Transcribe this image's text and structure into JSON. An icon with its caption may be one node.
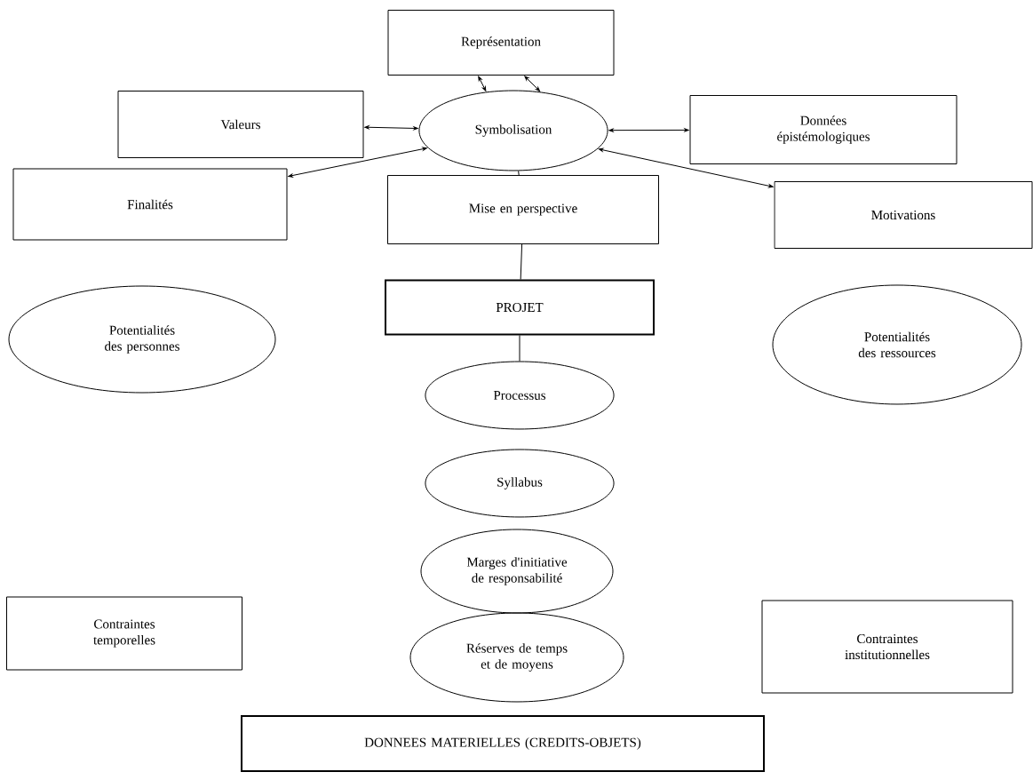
{
  "diagram": {
    "nodes": [
      {
        "text": [
          "Représentation"
        ]
      },
      {
        "text": [
          "Valeurs"
        ]
      },
      {
        "text": [
          "Symbolisation"
        ]
      },
      {
        "text": [
          "Données épistémologiques"
        ]
      },
      {
        "text": [
          "Finalités"
        ]
      },
      {
        "text": [
          "Mise en perspective"
        ]
      },
      {
        "text": [
          "Motivations"
        ]
      },
      {
        "text": [
          "PROJET"
        ]
      },
      {
        "text": [
          "Potentialités des personnes"
        ]
      },
      {
        "text": [
          "Processus"
        ]
      },
      {
        "text": [
          "Potentialités des ressources"
        ]
      },
      {
        "text": [
          "Syllabus"
        ]
      },
      {
        "text": [
          "Marges d'initiative de responsabilité"
        ]
      },
      {
        "text": [
          "Réserves de temps et de moyens"
        ]
      },
      {
        "text": [
          "Contraintes temporelles"
        ]
      },
      {
        "text": [
          "Contraintes institutionnelles"
        ]
      },
      {
        "text": [
          "DONNEES MATERIELLES (CREDITS-OBJETS)"
        ]
      }
    ],
    "edges": [
      {
        "from": 0,
        "to": 2,
        "arrow": "both"
      },
      {
        "from": 0,
        "to": 2,
        "arrow": "both"
      },
      {
        "from": 1,
        "to": 2,
        "arrow": "both"
      },
      {
        "from": 2,
        "to": 3,
        "arrow": "both"
      },
      {
        "from": 4,
        "to": 2,
        "arrow": "both"
      },
      {
        "from": 2,
        "to": 6,
        "arrow": "both"
      },
      {
        "from": 2,
        "to": 5,
        "arrow": "none"
      },
      {
        "from": 5,
        "to": 7,
        "arrow": "none"
      },
      {
        "from": 7,
        "to": 9,
        "arrow": "none"
      }
    ]
  }
}
